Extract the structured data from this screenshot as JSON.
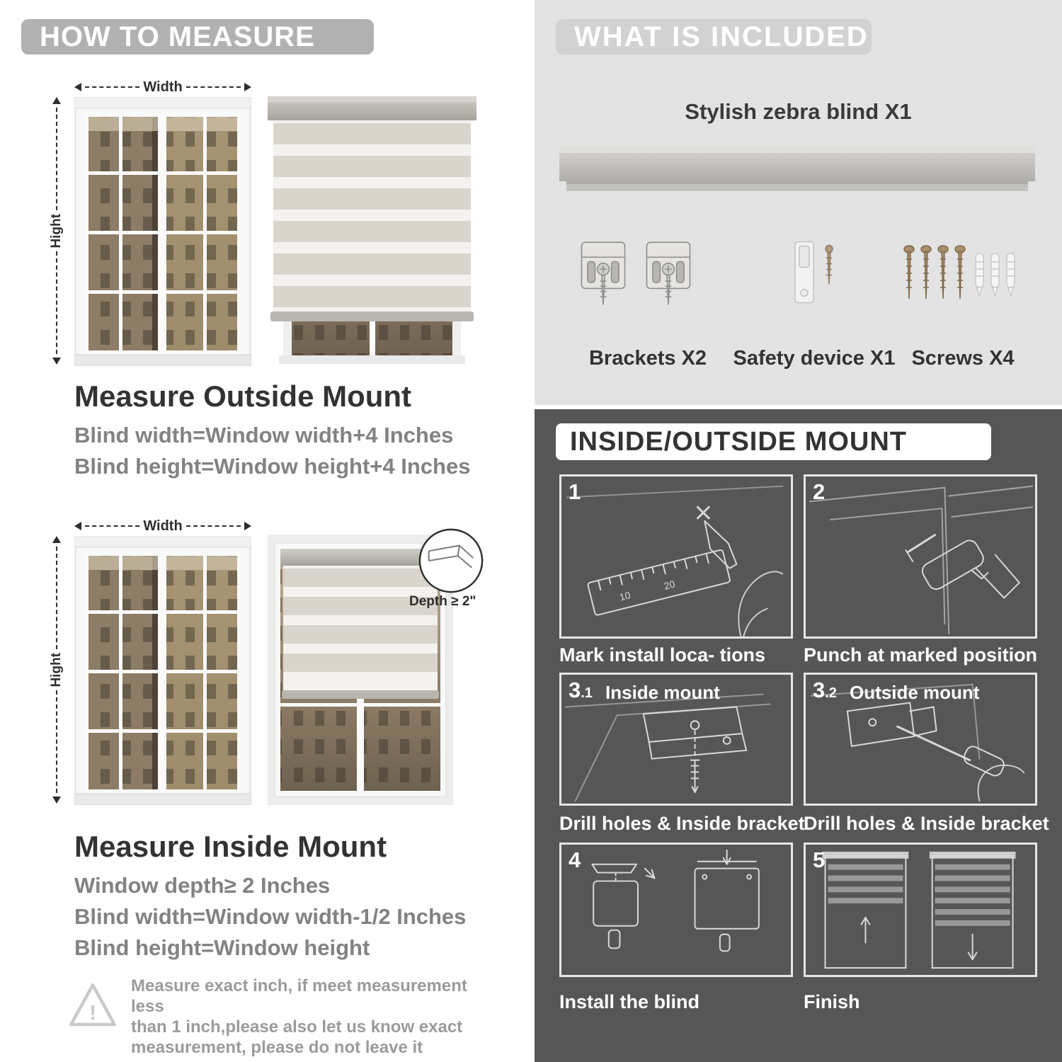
{
  "left": {
    "header": "HOW TO MEASURE",
    "outside": {
      "width_label": "Width",
      "height_label": "Hight",
      "title": "Measure Outside Mount",
      "line1": "Blind width=Window width+4 Inches",
      "line2": "Blind height=Window height+4 Inches"
    },
    "inside": {
      "width_label": "Width",
      "height_label": "Hight",
      "depth_label": "Depth ≥ 2\"",
      "title": "Measure Inside Mount",
      "line1": "Window depth≥ 2 Inches",
      "line2": "Blind width=Window width-1/2 Inches",
      "line3": "Blind height=Window height"
    },
    "note": {
      "line1": "Measure exact inch, if meet measurement less",
      "line2": "than 1 inch,please also let us know exact",
      "line3": "measurement, please do not leave it"
    }
  },
  "included": {
    "header": "WHAT IS INCLUDED",
    "blind_label": "Stylish zebra blind X1",
    "brackets_label": "Brackets X2",
    "safety_label": "Safety device X1",
    "screws_label": "Screws X4"
  },
  "mount": {
    "header": "INSIDE/OUTSIDE MOUNT",
    "steps": [
      {
        "num": "1",
        "caption": "Mark install loca- tions",
        "ruler": [
          "10",
          "20"
        ]
      },
      {
        "num": "2",
        "caption": "Punch at  marked position"
      },
      {
        "num": "3",
        "sub": ".1",
        "label": "Inside mount",
        "caption": "Drill holes &  Inside bracket"
      },
      {
        "num": "3",
        "sub": ".2",
        "label": "Outside mount",
        "caption": "Drill holes &  Inside bracket"
      },
      {
        "num": "4",
        "caption": "Install the blind"
      },
      {
        "num": "5",
        "caption": "Finish"
      }
    ]
  },
  "colors": {
    "left_pill": "#b1b1b1",
    "included_bg": "#e3e3e3",
    "included_pill": "#d2d2d2",
    "mount_bg": "#565656",
    "title_text": "#333333",
    "muted_text": "#828282"
  }
}
